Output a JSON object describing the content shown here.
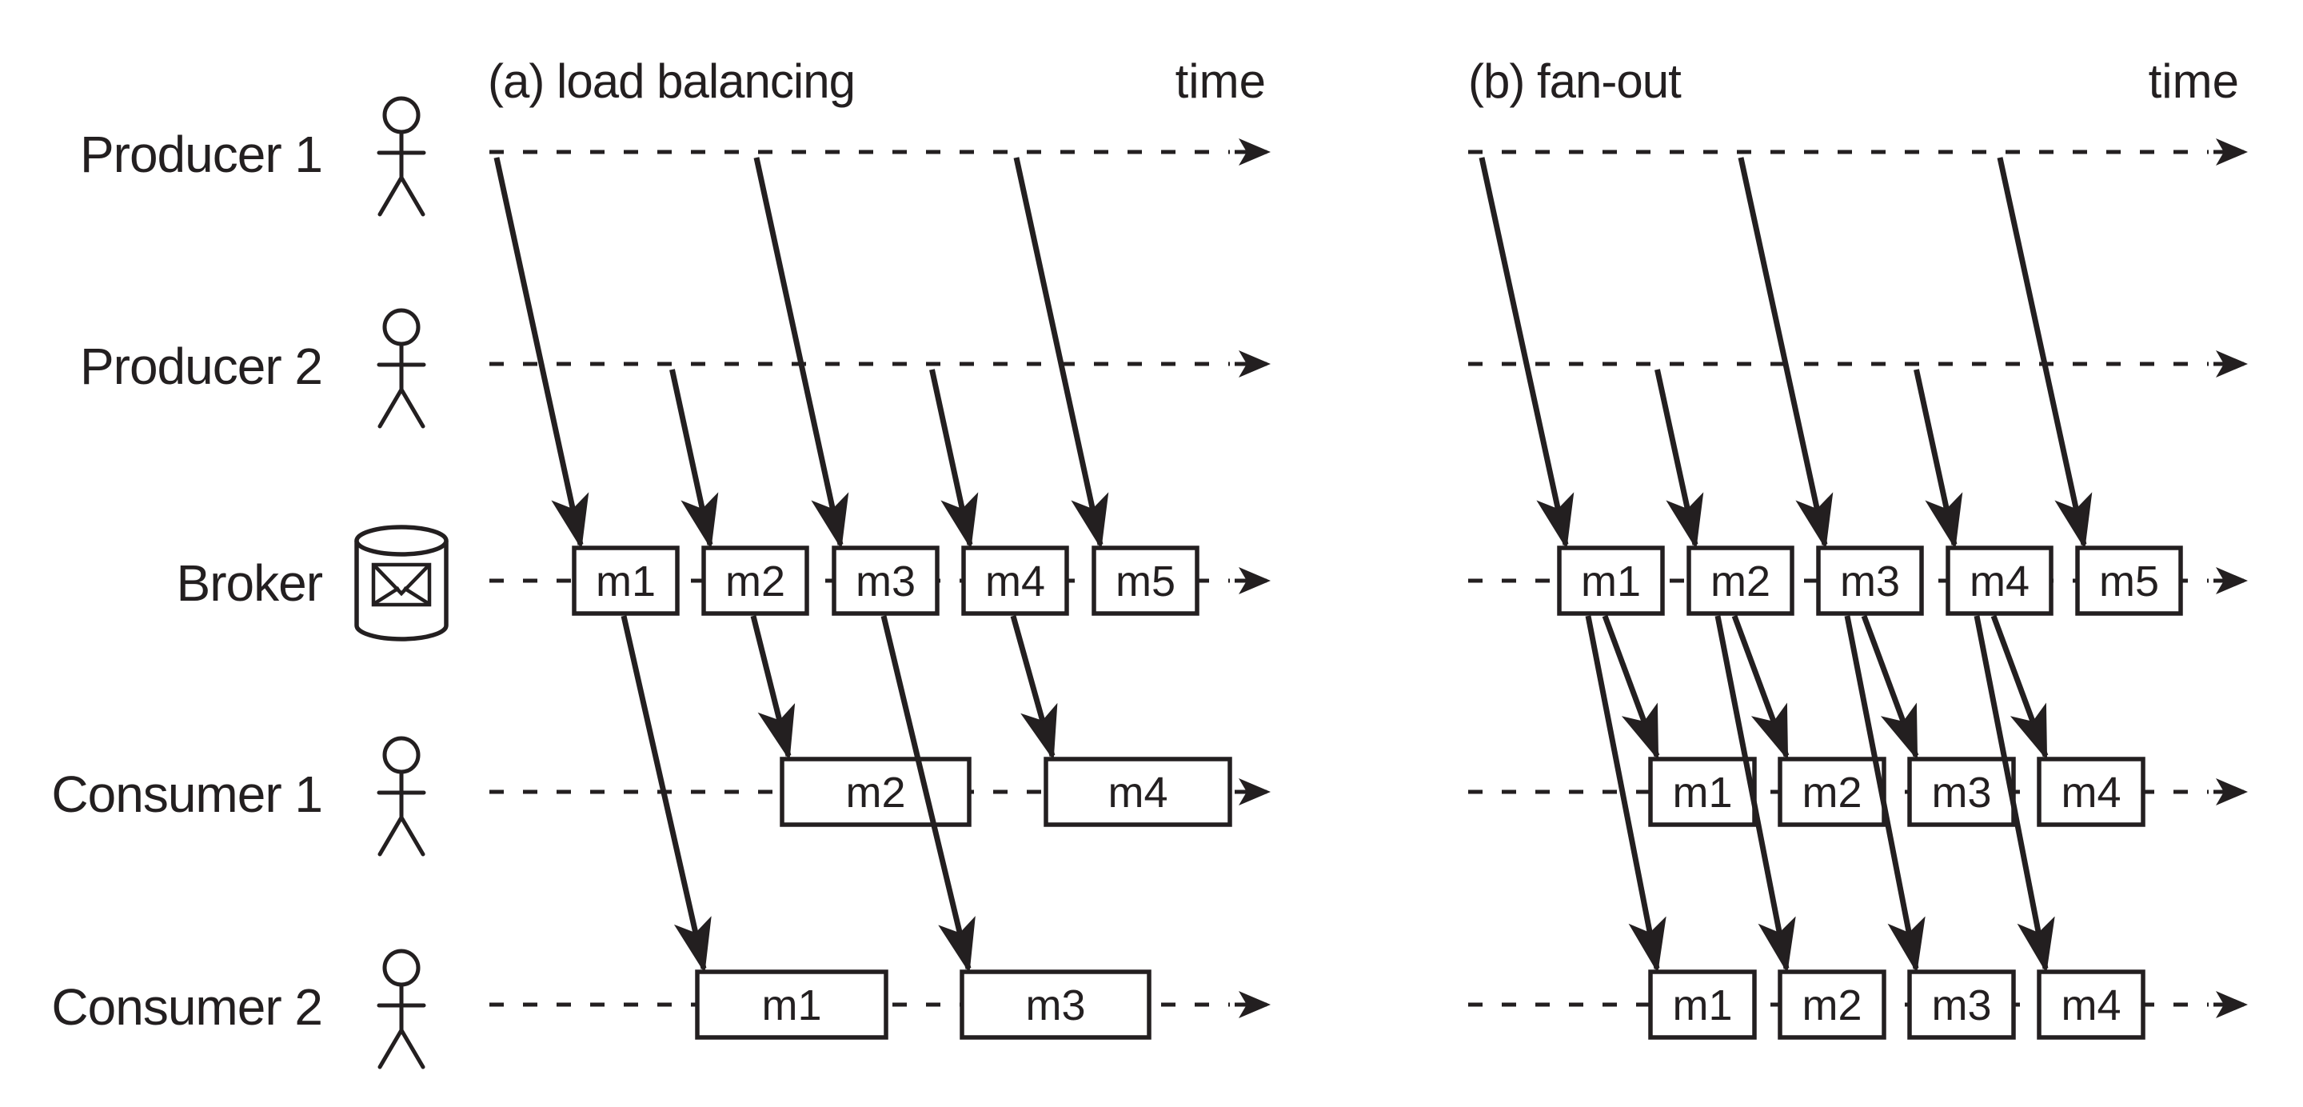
{
  "figure": {
    "background": "#ffffff",
    "ink_color": "#231f20",
    "rows": [
      {
        "id": "producer1",
        "label": "Producer 1",
        "icon": "person-icon"
      },
      {
        "id": "producer2",
        "label": "Producer 2",
        "icon": "person-icon"
      },
      {
        "id": "broker",
        "label": "Broker",
        "icon": "broker-queue-cylinder-icon"
      },
      {
        "id": "consumer1",
        "label": "Consumer 1",
        "icon": "person-icon"
      },
      {
        "id": "consumer2",
        "label": "Consumer 2",
        "icon": "person-icon"
      }
    ],
    "panels": [
      {
        "id": "a",
        "title": "(a) load balancing",
        "time_label": "time",
        "broker_queue": [
          "m1",
          "m2",
          "m3",
          "m4",
          "m5"
        ],
        "producer_sends": [
          {
            "producer": "producer1",
            "messages": [
              "m1",
              "m3",
              "m5"
            ]
          },
          {
            "producer": "producer2",
            "messages": [
              "m2",
              "m4"
            ]
          }
        ],
        "deliveries": [
          {
            "message": "m1",
            "to": "consumer2"
          },
          {
            "message": "m2",
            "to": "consumer1"
          },
          {
            "message": "m3",
            "to": "consumer2"
          },
          {
            "message": "m4",
            "to": "consumer1"
          }
        ],
        "consumer_received": {
          "consumer1": [
            "m2",
            "m4"
          ],
          "consumer2": [
            "m1",
            "m3"
          ]
        }
      },
      {
        "id": "b",
        "title": "(b) fan-out",
        "time_label": "time",
        "broker_queue": [
          "m1",
          "m2",
          "m3",
          "m4",
          "m5"
        ],
        "producer_sends": [
          {
            "producer": "producer1",
            "messages": [
              "m1",
              "m3",
              "m5"
            ]
          },
          {
            "producer": "producer2",
            "messages": [
              "m2",
              "m4"
            ]
          }
        ],
        "deliveries": [
          {
            "message": "m1",
            "to": "consumer1"
          },
          {
            "message": "m1",
            "to": "consumer2"
          },
          {
            "message": "m2",
            "to": "consumer1"
          },
          {
            "message": "m2",
            "to": "consumer2"
          },
          {
            "message": "m3",
            "to": "consumer1"
          },
          {
            "message": "m3",
            "to": "consumer2"
          },
          {
            "message": "m4",
            "to": "consumer1"
          },
          {
            "message": "m4",
            "to": "consumer2"
          }
        ],
        "consumer_received": {
          "consumer1": [
            "m1",
            "m2",
            "m3",
            "m4"
          ],
          "consumer2": [
            "m1",
            "m2",
            "m3",
            "m4"
          ]
        }
      }
    ]
  }
}
